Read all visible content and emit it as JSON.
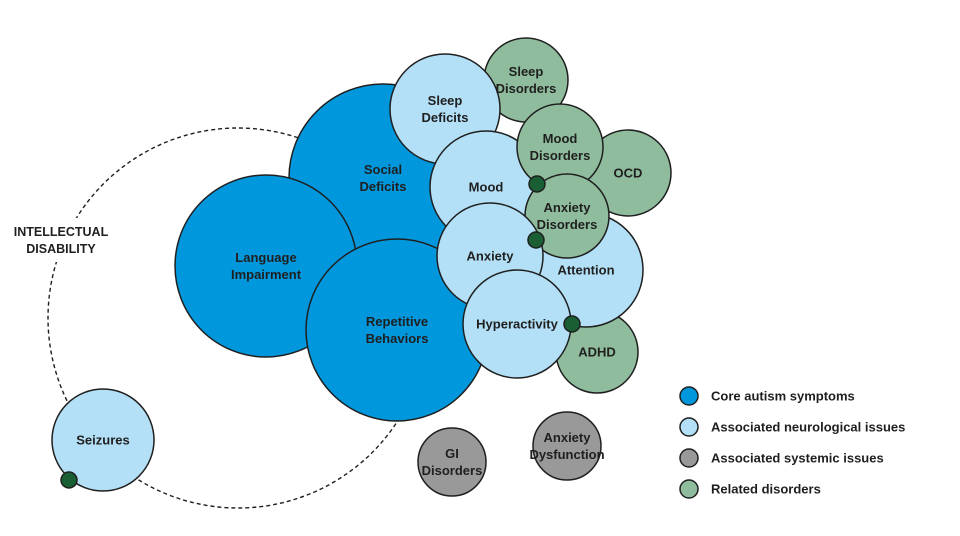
{
  "colors": {
    "core": "#0097dc",
    "neuro": "#b3e0f6",
    "systemic": "#999999",
    "related": "#8fbc9d",
    "marker": "#1a5e34",
    "stroke": "#1f1f1f"
  },
  "labels": {
    "intellectual_disability": [
      "INTELLECTUAL",
      "DISABILITY"
    ]
  },
  "bubbles": [
    {
      "id": "sleep-disorders",
      "category": "related",
      "lines": [
        "Sleep",
        "Disorders"
      ]
    },
    {
      "id": "ocd",
      "category": "related",
      "lines": [
        "OCD"
      ]
    },
    {
      "id": "adhd",
      "category": "related",
      "lines": [
        "ADHD"
      ]
    },
    {
      "id": "social-deficits",
      "category": "core",
      "lines": [
        "Social",
        "Deficits"
      ]
    },
    {
      "id": "sleep-deficits",
      "category": "neuro",
      "lines": [
        "Sleep",
        "Deficits"
      ]
    },
    {
      "id": "language-impairment",
      "category": "core",
      "lines": [
        "Language",
        "Impairment"
      ]
    },
    {
      "id": "attention",
      "category": "neuro",
      "lines": [
        "Attention"
      ]
    },
    {
      "id": "mood",
      "category": "neuro",
      "lines": [
        "Mood"
      ]
    },
    {
      "id": "mood-disorders",
      "category": "related",
      "lines": [
        "Mood",
        "Disorders"
      ]
    },
    {
      "id": "anxiety-disorders",
      "category": "related",
      "lines": [
        "Anxiety",
        "Disorders"
      ]
    },
    {
      "id": "repetitive-behaviors",
      "category": "core",
      "lines": [
        "Repetitive",
        "Behaviors"
      ]
    },
    {
      "id": "anxiety",
      "category": "neuro",
      "lines": [
        "Anxiety"
      ]
    },
    {
      "id": "hyperactivity",
      "category": "neuro",
      "lines": [
        "Hyperactivity"
      ]
    },
    {
      "id": "seizures",
      "category": "neuro",
      "lines": [
        "Seizures"
      ]
    },
    {
      "id": "gi-disorders",
      "category": "systemic",
      "lines": [
        "GI",
        "Disorders"
      ]
    },
    {
      "id": "anxiety-dysfunction",
      "category": "systemic",
      "lines": [
        "Anxiety",
        "Dysfunction"
      ]
    }
  ],
  "legend": [
    {
      "category": "core",
      "label": "Core autism symptoms"
    },
    {
      "category": "neuro",
      "label": "Associated neurological issues"
    },
    {
      "category": "systemic",
      "label": "Associated systemic issues"
    },
    {
      "category": "related",
      "label": "Related disorders"
    }
  ]
}
